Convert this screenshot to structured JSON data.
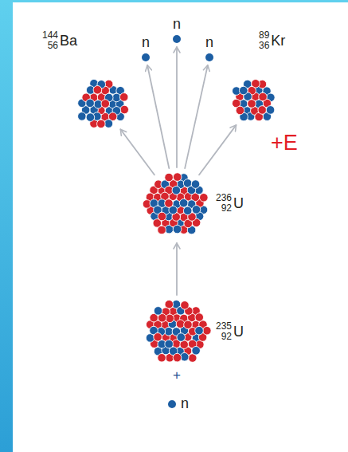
{
  "diagram": {
    "nodes": [
      {
        "text": [
          "144",
          "56",
          "Ba"
        ]
      },
      {
        "text": [
          "n"
        ]
      },
      {
        "text": [
          "n"
        ]
      },
      {
        "text": [
          "n"
        ]
      },
      {
        "text": [
          "89",
          "36",
          "Kr"
        ]
      },
      {
        "text": [
          "236",
          "92",
          "U"
        ]
      },
      {
        "text": [
          "235",
          "92",
          "U"
        ]
      },
      {
        "text": [
          "n"
        ]
      }
    ],
    "edges": [
      {
        "from": 6,
        "to": 5,
        "arrow": "to"
      },
      {
        "from": 5,
        "to": 0,
        "arrow": "to"
      },
      {
        "from": 5,
        "to": 1,
        "arrow": "to"
      },
      {
        "from": 5,
        "to": 2,
        "arrow": "to"
      },
      {
        "from": 5,
        "to": 3,
        "arrow": "to"
      },
      {
        "from": 5,
        "to": 4,
        "arrow": "to"
      }
    ],
    "labels": [
      "+E",
      "+"
    ]
  }
}
